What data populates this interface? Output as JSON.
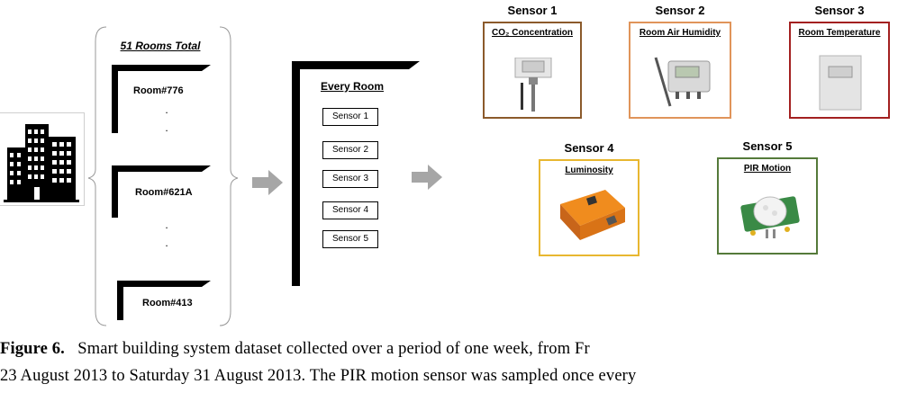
{
  "rooms": {
    "title": "51 Rooms Total",
    "items": [
      "Room#776",
      "Room#621A",
      "Room#413"
    ],
    "ellipsis": "."
  },
  "every_room": {
    "title": "Every Room",
    "sensors": [
      "Sensor 1",
      "Sensor 2",
      "Sensor 3",
      "Sensor 4",
      "Sensor 5"
    ]
  },
  "sensors": [
    {
      "heading": "Sensor 1",
      "title": "CO₂ Concentration",
      "color": "#8b5a2b"
    },
    {
      "heading": "Sensor 2",
      "title": "Room Air Humidity",
      "color": "#e0945a"
    },
    {
      "heading": "Sensor 3",
      "title": "Room Temperature",
      "color": "#a32020"
    },
    {
      "heading": "Sensor 4",
      "title": "Luminosity",
      "color": "#e8b730"
    },
    {
      "heading": "Sensor 5",
      "title": "PIR Motion",
      "color": "#557a3a"
    }
  ],
  "caption": {
    "label": "Figure 6.",
    "line1": "Smart building system dataset collected over a period of one week, from Fr",
    "line2": "23 August 2013 to Saturday 31 August 2013. The PIR motion sensor was sampled once every"
  }
}
